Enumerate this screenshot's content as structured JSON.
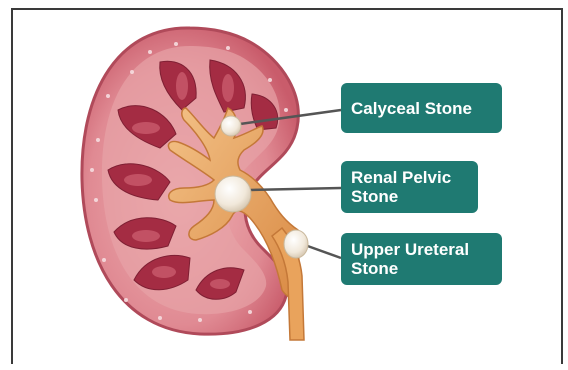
{
  "labels": {
    "calyceal": {
      "line1": "Calyceal Stone"
    },
    "pelvic": {
      "line1": "Renal Pelvic",
      "line2": "Stone"
    },
    "ureteral": {
      "line1": "Upper Ureteral",
      "line2": "Stone"
    }
  },
  "colors": {
    "label_bg": "#1f7a72",
    "cortex_outer": "#c95c6b",
    "cortex_inner": "#e08a93",
    "pyramid": "#a42c43",
    "pelvis": "#e9a35c",
    "stone": "#f4ede2",
    "leader_line": "#555555",
    "frame": "#3a3a3a"
  }
}
